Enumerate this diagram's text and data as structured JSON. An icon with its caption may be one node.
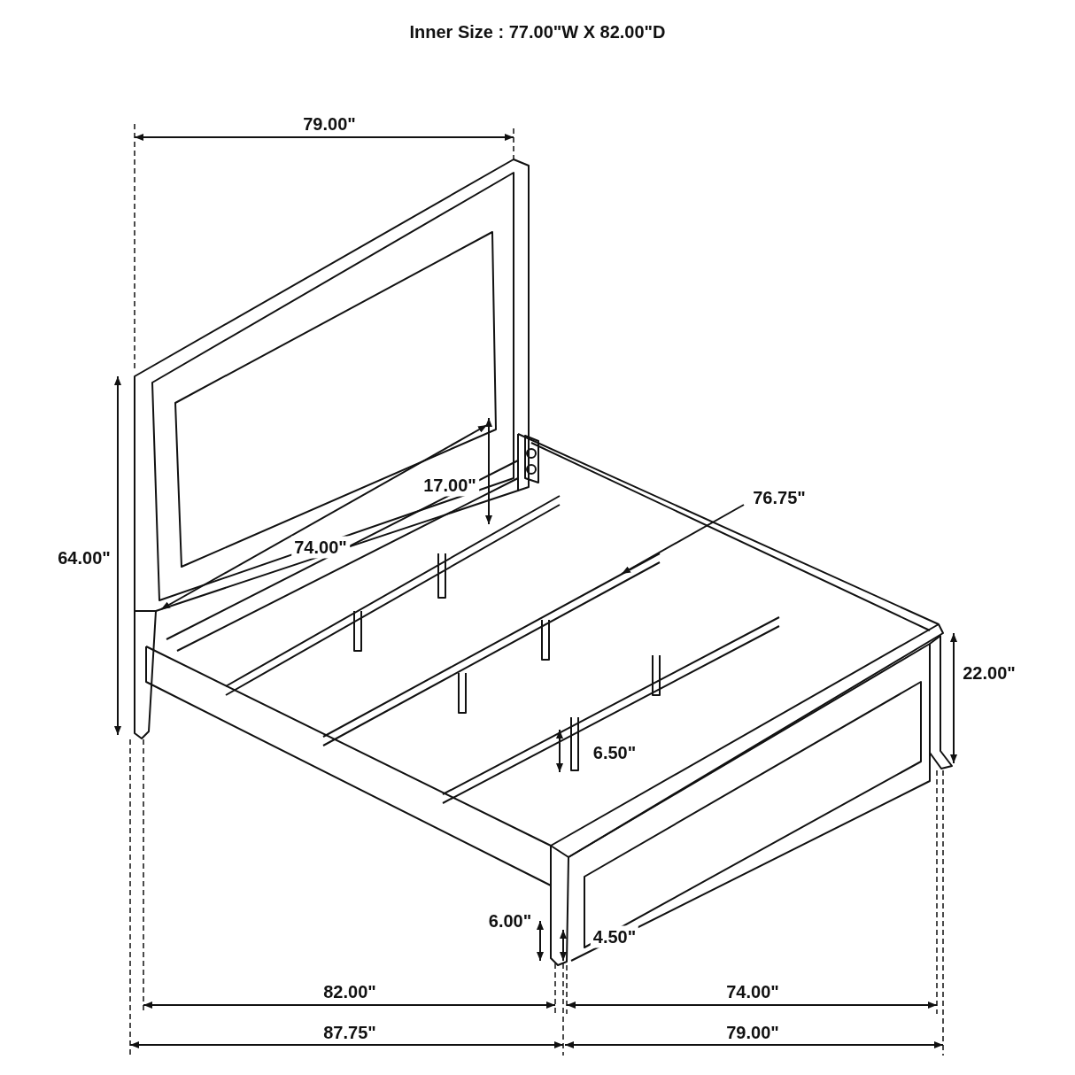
{
  "diagram": {
    "title": "Inner Size : 77.00\"W X 82.00\"D",
    "labels": [
      "79.00\"",
      "64.00\"",
      "17.00\"",
      "74.00\"",
      "76.75\"",
      "22.00\"",
      "6.50\"",
      "6.00\"",
      "4.50\"",
      "82.00\"",
      "74.00\"",
      "87.75\"",
      "79.00\""
    ]
  }
}
